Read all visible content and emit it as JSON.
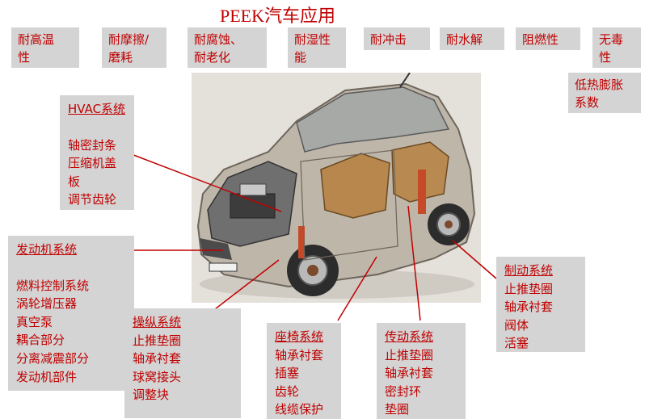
{
  "title": "PEEK汽车应用",
  "properties": [
    "耐高温\n性",
    "耐摩擦/\n磨耗",
    "耐腐蚀、\n耐老化",
    "耐湿性\n能",
    "耐冲击",
    "耐水解",
    "阻燃性",
    "无毒\n性",
    "低热膨胀\n系数"
  ],
  "systems": {
    "hvac": {
      "title": "HVAC系统",
      "items": [
        "轴密封条",
        "压缩机盖",
        "板",
        "调节齿轮"
      ]
    },
    "engine": {
      "title": "发动机系统",
      "items": [
        "燃料控制系统",
        "涡轮增压器",
        "真空泵",
        "耦合部分",
        "分离减震部分",
        "发动机部件"
      ]
    },
    "steering": {
      "title": "操纵系统",
      "items": [
        "止推垫圈",
        "轴承衬套",
        "球窝接头",
        "调整块"
      ]
    },
    "seat": {
      "title": "座椅系统",
      "items": [
        "轴承衬套",
        "插塞",
        "齿轮",
        "线缆保护"
      ]
    },
    "transmission": {
      "title": "传动系统",
      "items": [
        "止推垫圈",
        "轴承衬套",
        "密封环",
        "垫圈"
      ]
    },
    "brake": {
      "title": "制动系统",
      "items": [
        "止推垫圈",
        "轴承衬套",
        "阀体",
        "活塞"
      ]
    }
  },
  "colors": {
    "accent": "#c00000",
    "box": "#d4d4d4",
    "line": "#c00000"
  }
}
